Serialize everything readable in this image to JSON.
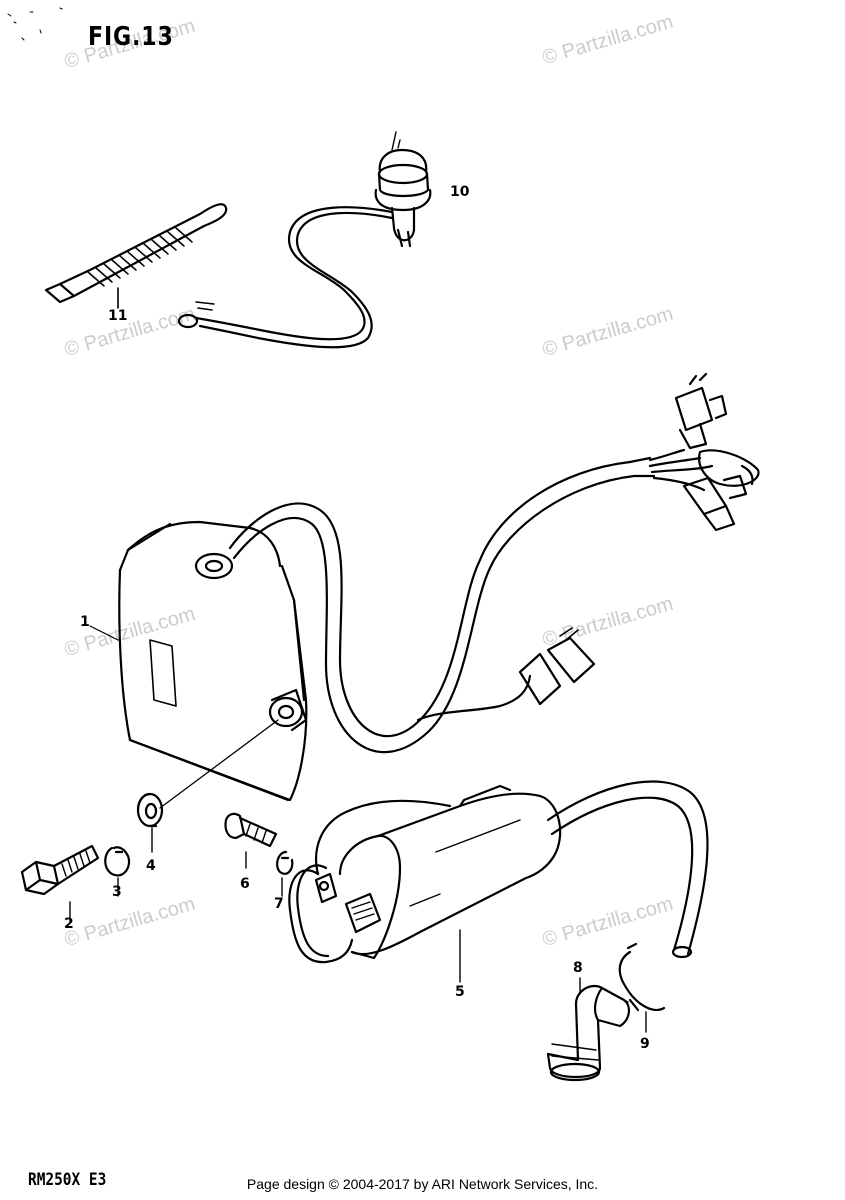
{
  "figure": {
    "title": "FIG.13"
  },
  "model": {
    "code": "RM250X E3"
  },
  "footer": {
    "text": "Page design © 2004-2017 by ARI Network Services, Inc."
  },
  "watermark": {
    "text": "© Partzilla.com"
  },
  "callouts": {
    "p1": "1",
    "p2": "2",
    "p3": "3",
    "p4": "4",
    "p5": "5",
    "p6": "6",
    "p7": "7",
    "p8": "8",
    "p9": "9",
    "p10": "10",
    "p11": "11"
  },
  "colors": {
    "line": "#000000",
    "watermark": "#cccccc",
    "background": "#ffffff"
  }
}
